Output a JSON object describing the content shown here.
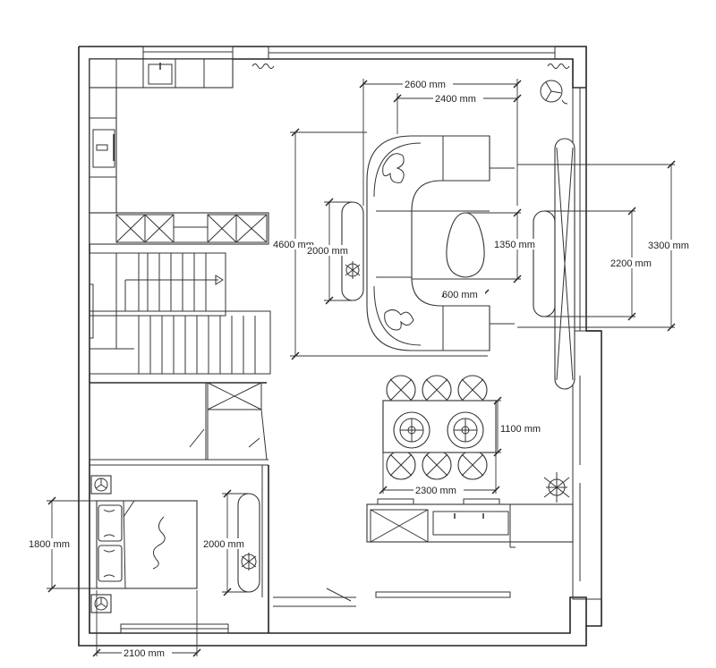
{
  "dimensions": {
    "sofa_outer_width": "2600 mm",
    "sofa_inner_width": "2400 mm",
    "lounge_depth": "4600 mm",
    "bench_length": "2000 mm",
    "coffee_table_length": "1350 mm",
    "coffee_table_width": "600 mm",
    "window_span": "3300 mm",
    "daybed_length": "2200 mm",
    "dining_table_width": "1100 mm",
    "dining_table_length": "2300 mm",
    "bed_width": "1800 mm",
    "bedroom_bench_length": "2000 mm",
    "bedroom_width": "2100 mm"
  },
  "colors": {
    "line": "#222222",
    "background": "#ffffff"
  },
  "icons": [
    "fan-icon",
    "plant-icon",
    "sink-icon",
    "range-hood-icon",
    "lamp-icon",
    "stair-arrow-icon"
  ]
}
